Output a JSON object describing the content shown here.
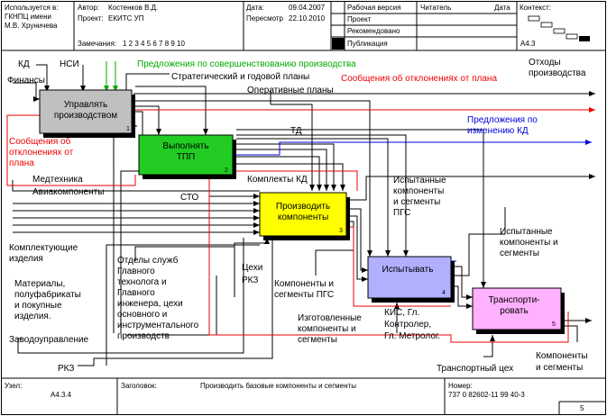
{
  "header": {
    "used_in_label": "Используется в:",
    "used_in_value": [
      "ГКНПЦ имени",
      "М.В. Хруничева"
    ],
    "author_label": "Автор:",
    "author_value": "Костенков В.Д.",
    "project_label": "Проект:",
    "project_value": "ЕКИТС УП",
    "notes_label": "Замечания:",
    "notes_value": "1 2 3 4 5 6 7 8 9 10",
    "date_label": "Дата:",
    "date_value": "09.04.2007",
    "revision_label": "Пересмотр",
    "revision_value": "22.10.2010",
    "working_version": "Рабочая версия",
    "project_status": "Проект",
    "recommended": "Рекомендовано",
    "publication": "Публикация",
    "reader": "Читатель",
    "date_col": "Дата",
    "context_label": "Контекст:",
    "context_node": "А4.3"
  },
  "footer": {
    "node_label": "Узел:",
    "node_value": "А4.3.4",
    "title_label": "Заголовок:",
    "title_value": "Производить базовые компоненты и сегменты",
    "number_label": "Номер:",
    "number_value": "737 0 82602-11 99 40-3",
    "page": "5"
  },
  "boxes": [
    {
      "id": "b1",
      "label": [
        "Управлять",
        "производством"
      ],
      "num": "1",
      "color": "#c0c0c0"
    },
    {
      "id": "b2",
      "label": [
        "Выполнять",
        "ТПП"
      ],
      "num": "2",
      "color": "#22cc22"
    },
    {
      "id": "b3",
      "label": [
        "Производить",
        "компоненты"
      ],
      "num": "3",
      "color": "#ffff00"
    },
    {
      "id": "b4",
      "label": [
        "Испытывать"
      ],
      "num": "4",
      "color": "#b0b0ff"
    },
    {
      "id": "b5",
      "label": [
        "Транспорти-",
        "ровать"
      ],
      "num": "5",
      "color": "#ffb0ff"
    }
  ],
  "labels": {
    "kd": "КД",
    "nsi": "НСИ",
    "finance": "Финансы",
    "proposals_improve": "Предложения по совершенствованию производства",
    "strategic_plans": "Стратегический и годовой планы",
    "operational_plans": "Оперативные планы",
    "deviation_reports_top": "Сообщения об отклонениях от плана",
    "deviation_reports_left": [
      "Сообщения об",
      "отклонениях от",
      "плана"
    ],
    "production_waste": [
      "Отходы",
      "производства"
    ],
    "proposals_kd": [
      "Предложения по",
      "изменению КД"
    ],
    "td": "ТД",
    "kd_kits": "Комплекты КД",
    "med_tech": "Медтехника",
    "avia_components": "Авиакомпоненты",
    "sto": "СТО",
    "tested_pgs": [
      "Испытанные",
      "компоненты",
      "и сегменты",
      "ПГС"
    ],
    "tested_segments": [
      "Испытанные",
      "компоненты и",
      "сегменты"
    ],
    "component_parts": [
      "Комплектующие",
      "изделия"
    ],
    "materials": [
      "Материалы,",
      "полуфабрикаты",
      "и покупные",
      "изделия."
    ],
    "plant_management": "Заводоуправление",
    "departments": [
      "Отделы служб",
      "Главного",
      "технолога и",
      "Главного",
      "инженера, цехи",
      "основного и",
      "инструментального",
      "производств"
    ],
    "workshops_rkz": [
      "Цехи",
      "РКЗ"
    ],
    "components_pgs": [
      "Компоненты и",
      "сегменты ПГС"
    ],
    "manufactured": [
      "Изготовленные",
      "компоненты и",
      "сегменты"
    ],
    "kis": [
      "КИС, Гл.",
      "Контролер,",
      "Гл. Метролог."
    ],
    "transport_shop": "Транспортный цех",
    "final_output": [
      "Компоненты",
      "и сегменты"
    ],
    "rkz": "РКЗ"
  }
}
